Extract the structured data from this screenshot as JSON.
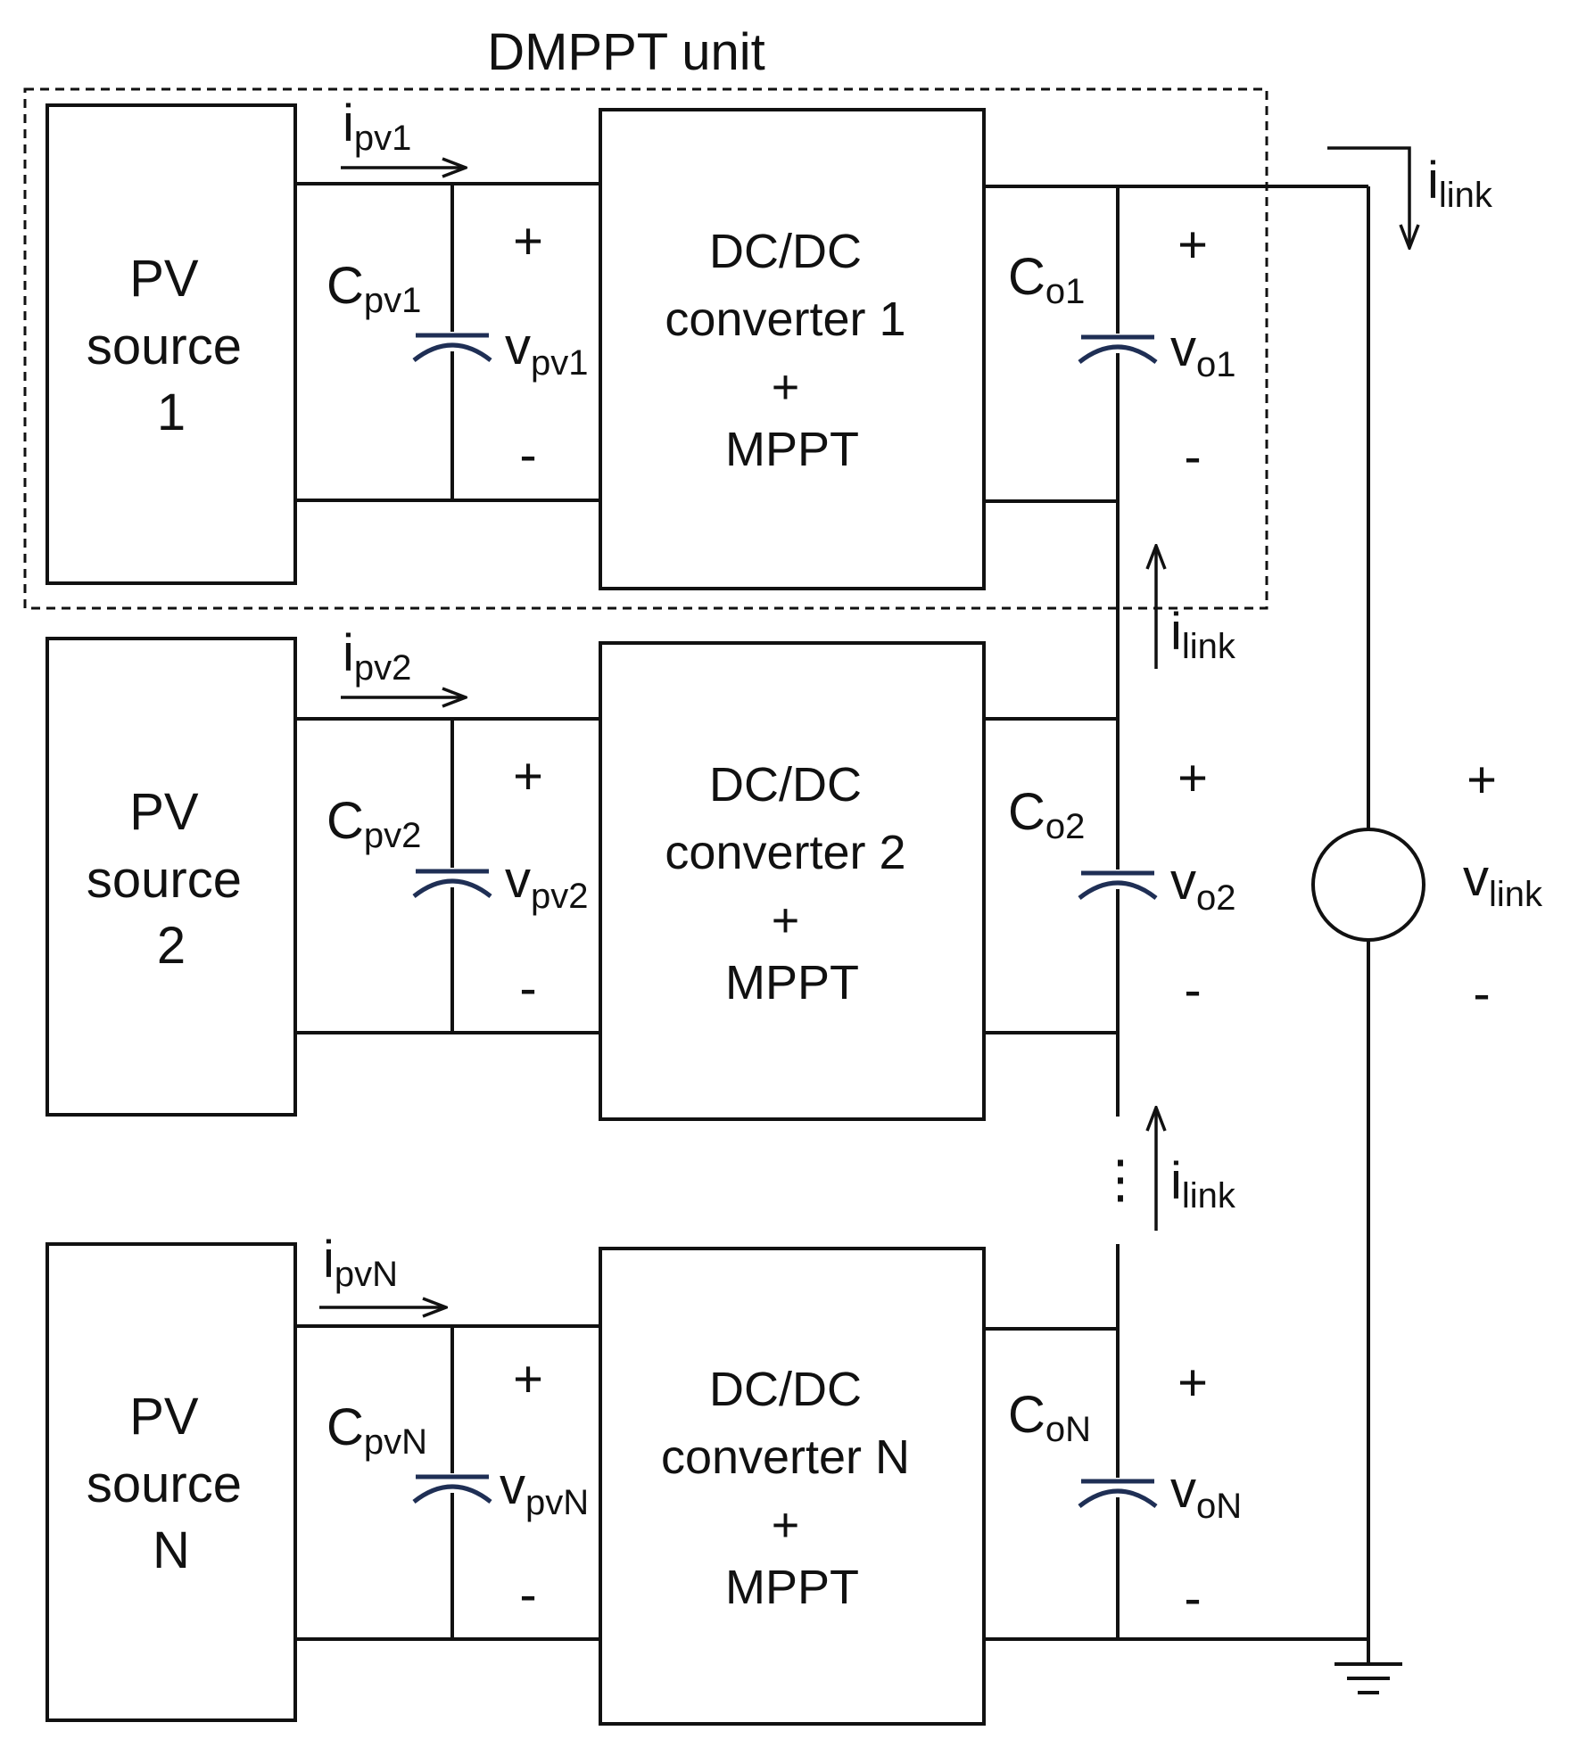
{
  "unit_label": "DMPPT unit",
  "colors": {
    "line": "#111111",
    "capacitor": "#1f2f55"
  },
  "stages": [
    {
      "pv_label": [
        "PV",
        "source",
        "1"
      ],
      "conv_label": [
        "DC/DC",
        "converter 1",
        "+",
        "MPPT"
      ],
      "i_main": "i",
      "i_sub": "pv1",
      "cpv_main": "C",
      "cpv_sub": "pv1",
      "vpv_main": "v",
      "vpv_sub": "pv1",
      "co_main": "C",
      "co_sub": "o1",
      "vo_main": "v",
      "vo_sub": "o1",
      "plus": "+",
      "minus": "-"
    },
    {
      "pv_label": [
        "PV",
        "source",
        "2"
      ],
      "conv_label": [
        "DC/DC",
        "converter 2",
        "+",
        "MPPT"
      ],
      "i_main": "i",
      "i_sub": "pv2",
      "cpv_main": "C",
      "cpv_sub": "pv2",
      "vpv_main": "v",
      "vpv_sub": "pv2",
      "co_main": "C",
      "co_sub": "o2",
      "vo_main": "v",
      "vo_sub": "o2",
      "plus": "+",
      "minus": "-"
    },
    {
      "pv_label": [
        "PV",
        "source",
        "N"
      ],
      "conv_label": [
        "DC/DC",
        "converter N",
        "+",
        "MPPT"
      ],
      "i_main": "i",
      "i_sub": "pvN",
      "cpv_main": "C",
      "cpv_sub": "pvN",
      "vpv_main": "v",
      "vpv_sub": "pvN",
      "co_main": "C",
      "co_sub": "oN",
      "vo_main": "v",
      "vo_sub": "oN",
      "plus": "+",
      "minus": "-"
    }
  ],
  "link": {
    "i_main": "i",
    "i_sub": "link",
    "v_main": "v",
    "v_sub": "link",
    "plus": "+",
    "minus": "-",
    "dots": "⋮"
  }
}
